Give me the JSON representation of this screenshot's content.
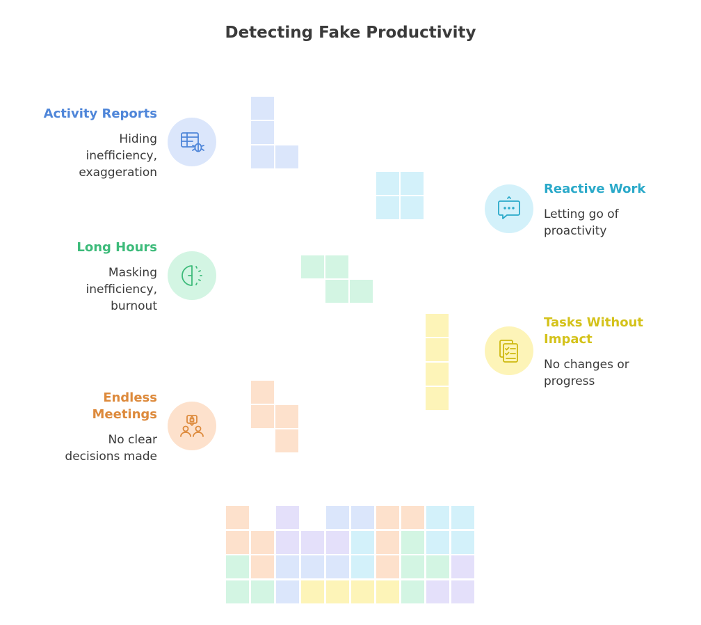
{
  "title": "Detecting Fake Productivity",
  "colors": {
    "blue_text": "#4f86d9",
    "cyan_text": "#2aa9c9",
    "green_text": "#3dbb7a",
    "yellow_text": "#d4c21a",
    "orange_text": "#dd8a3c",
    "blue_fill": "#dbe6fb",
    "cyan_fill": "#d3f1fa",
    "green_fill": "#d3f5e3",
    "yellow_fill": "#fdf4b8",
    "orange_fill": "#fde1cc",
    "purple_fill": "#e4e0fa"
  },
  "items": {
    "activity_reports": {
      "label": "Activity Reports",
      "desc_lines": [
        "Hiding",
        "inefficiency,",
        "exaggeration"
      ],
      "icon": "spreadsheet-bug-icon"
    },
    "reactive_work": {
      "label": "Reactive Work",
      "desc_lines": [
        "Letting go of",
        "proactivity"
      ],
      "icon": "chat-refresh-icon"
    },
    "long_hours": {
      "label": "Long Hours",
      "desc_lines": [
        "Masking",
        "inefficiency,",
        "burnout"
      ],
      "icon": "half-clock-icon"
    },
    "tasks_without_impact": {
      "label_lines": [
        "Tasks Without",
        "Impact"
      ],
      "desc_lines": [
        "No changes or",
        "progress"
      ],
      "icon": "task-list-icon"
    },
    "endless_meetings": {
      "label_lines": [
        "Endless",
        "Meetings"
      ],
      "desc_lines": [
        "No clear",
        "decisions made"
      ],
      "icon": "meeting-people-icon"
    }
  }
}
